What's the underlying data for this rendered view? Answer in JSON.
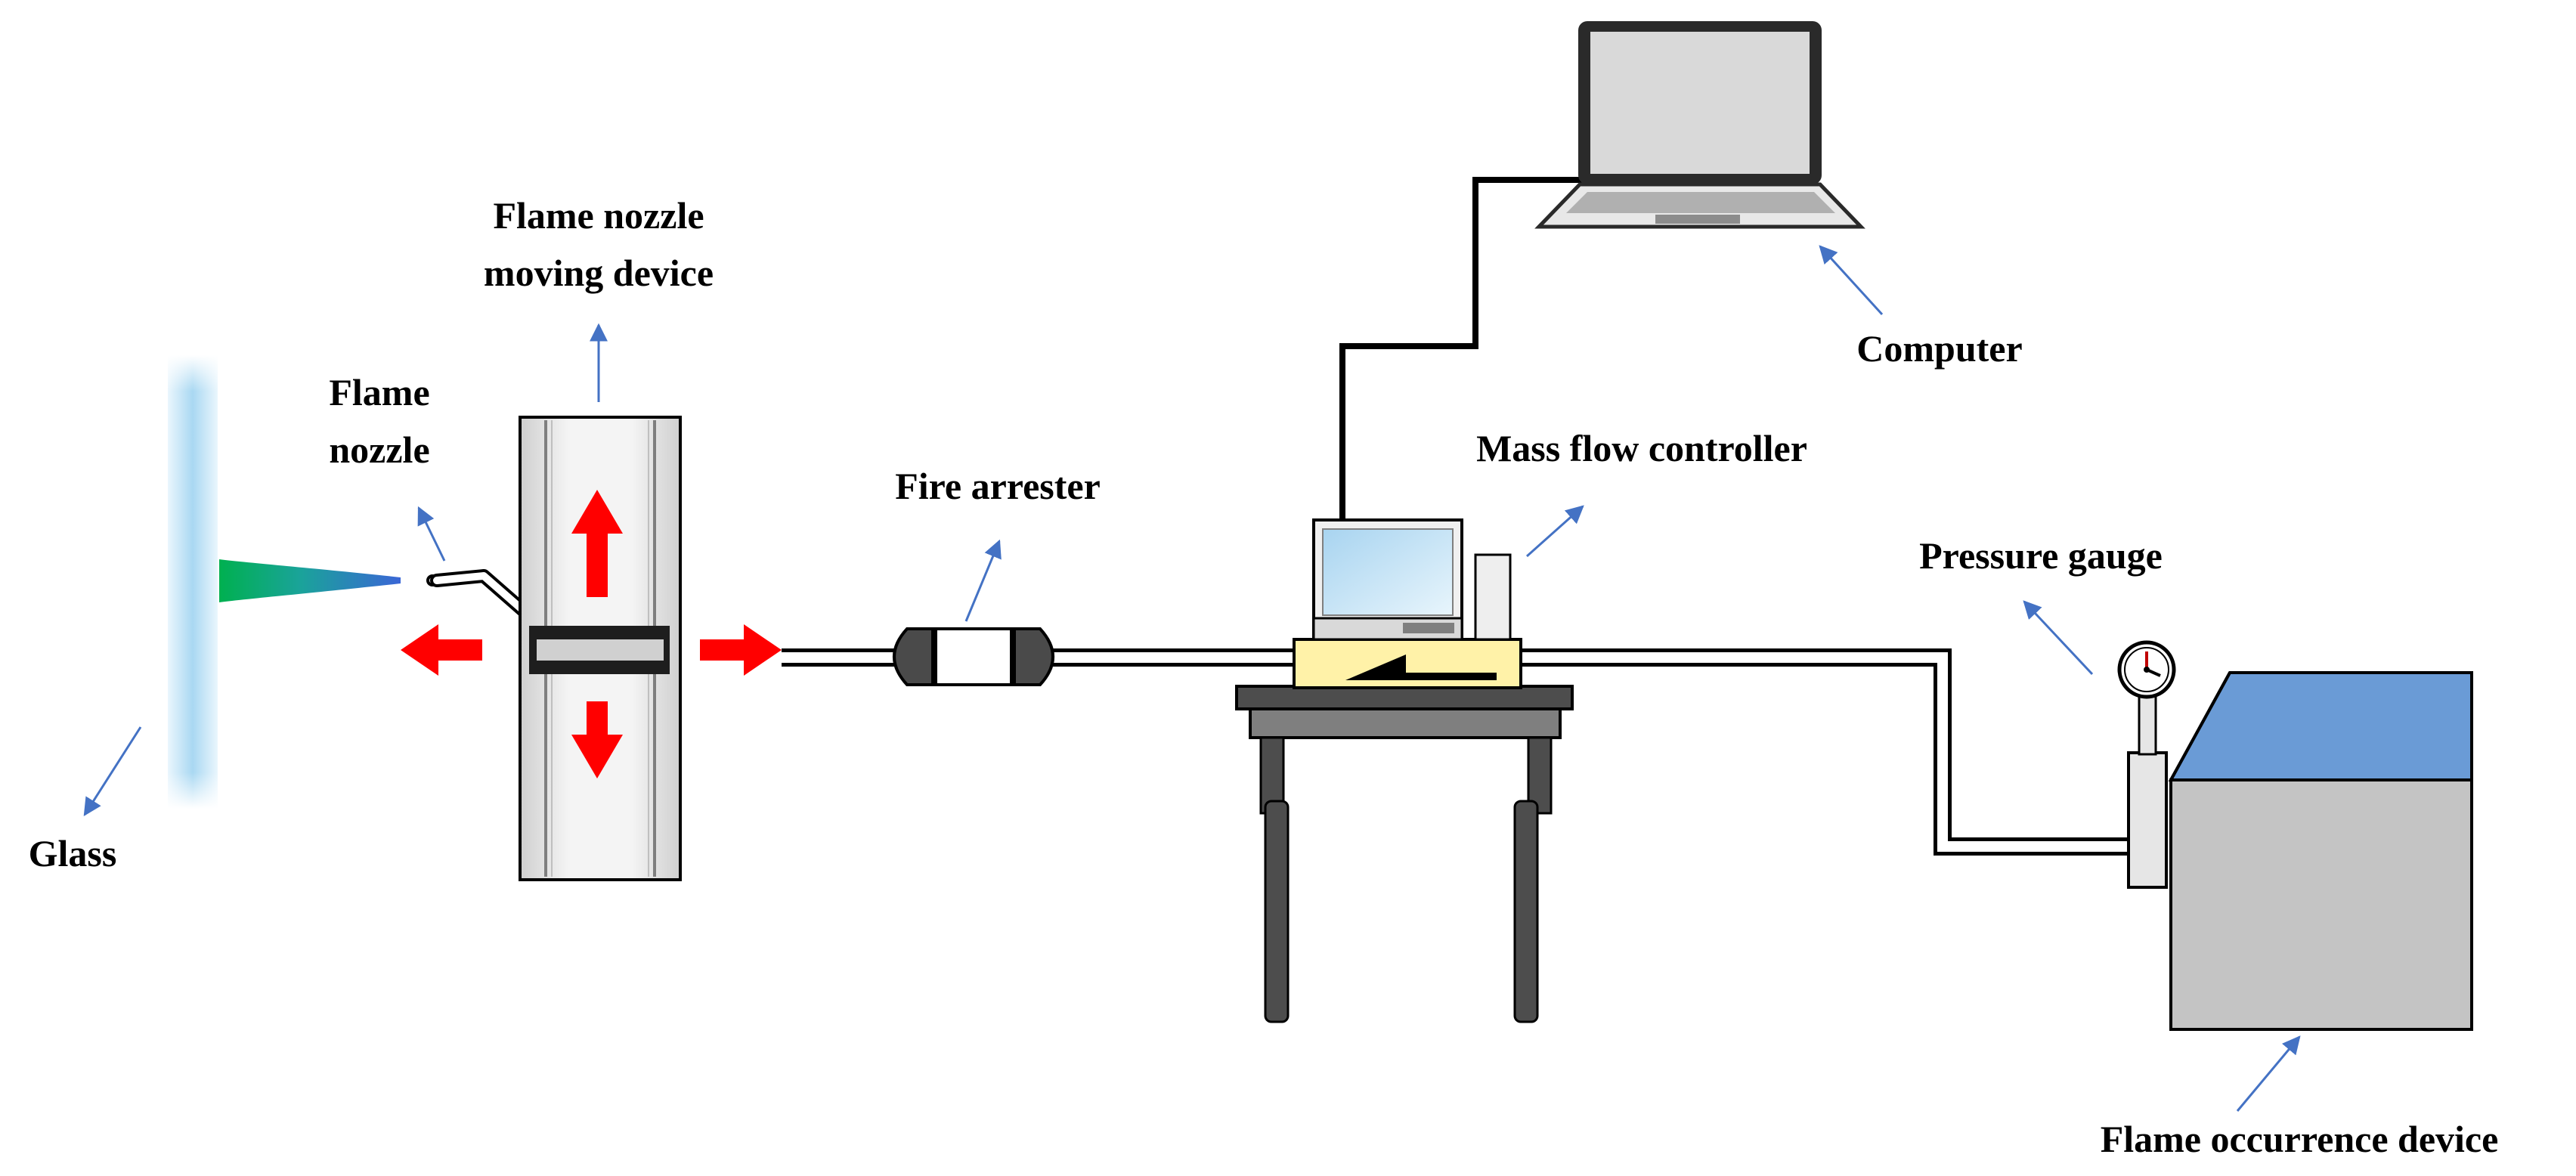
{
  "labels": {
    "nozzle_moving_device_line1": "Flame nozzle",
    "nozzle_moving_device_line2": "moving device",
    "flame_nozzle_line1": "Flame",
    "flame_nozzle_line2": "nozzle",
    "glass": "Glass",
    "fire_arrester": "Fire arrester",
    "mass_flow_controller": "Mass flow controller",
    "computer": "Computer",
    "pressure_gauge": "Pressure gauge",
    "flame_occurrence_device": "Flame occurrence device"
  },
  "colors": {
    "pointer_arrow": "#4472c4",
    "motion_arrow": "#ff0000",
    "mfc_body": "#fff2a8",
    "tank_top": "#6a9bd6",
    "tank_body": "#c4c4c4",
    "rail_panel": "#d9d9d9",
    "flame_green": "#00b050",
    "glass": "#bfe3f5"
  },
  "icons": [
    "laptop-icon",
    "monitor-icon",
    "pressure-gauge-icon",
    "flame-icon"
  ]
}
